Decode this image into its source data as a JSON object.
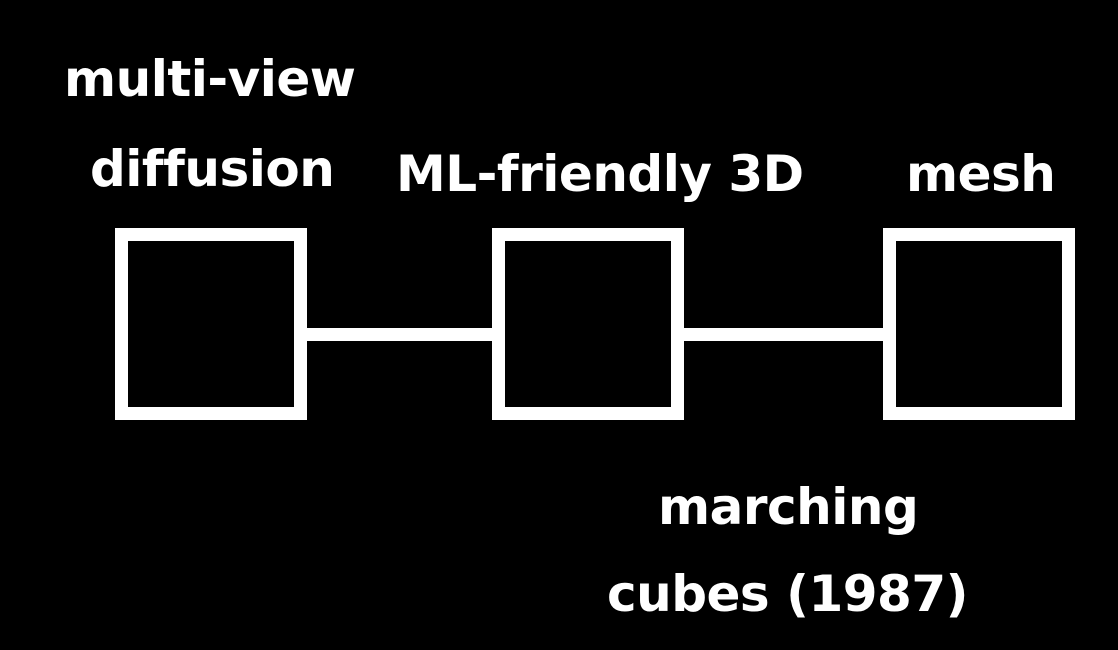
{
  "colors": {
    "background": "#000000",
    "foreground": "#ffffff"
  },
  "nodes": {
    "multiview": {
      "label_line1": "multi-view",
      "label_line2": "diffusion"
    },
    "ml3d": {
      "label": "ML-friendly 3D"
    },
    "mesh": {
      "label": "mesh"
    }
  },
  "edges": {
    "ml3d_to_mesh": {
      "label_line1": "marching",
      "label_line2": "cubes (1987)"
    }
  }
}
